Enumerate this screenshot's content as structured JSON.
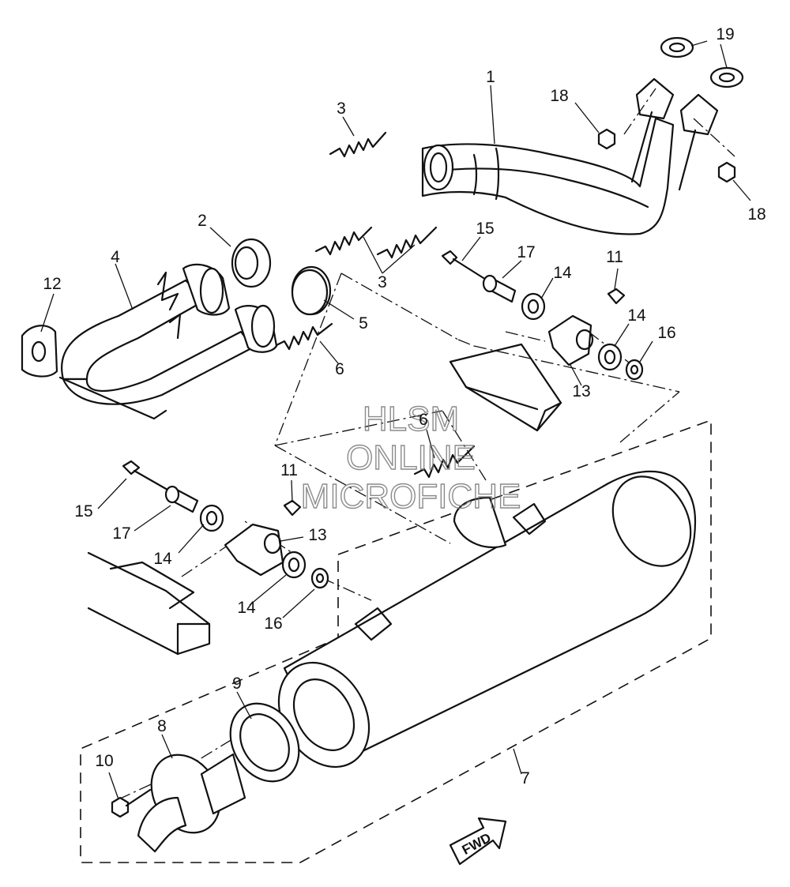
{
  "watermark": {
    "line1": "HLSM",
    "line2": "ONLINE",
    "line3": "MICROFICHE"
  },
  "direction_arrow": {
    "label": "FWD"
  },
  "callouts": [
    {
      "id": "c1",
      "text": "1"
    },
    {
      "id": "c2",
      "text": "2"
    },
    {
      "id": "c3a",
      "text": "3"
    },
    {
      "id": "c3b",
      "text": "3"
    },
    {
      "id": "c4",
      "text": "4"
    },
    {
      "id": "c5",
      "text": "5"
    },
    {
      "id": "c6a",
      "text": "6"
    },
    {
      "id": "c6b",
      "text": "6"
    },
    {
      "id": "c7",
      "text": "7"
    },
    {
      "id": "c8",
      "text": "8"
    },
    {
      "id": "c9",
      "text": "9"
    },
    {
      "id": "c10",
      "text": "10"
    },
    {
      "id": "c11a",
      "text": "11"
    },
    {
      "id": "c11b",
      "text": "11"
    },
    {
      "id": "c12",
      "text": "12"
    },
    {
      "id": "c13a",
      "text": "13"
    },
    {
      "id": "c13b",
      "text": "13"
    },
    {
      "id": "c14a",
      "text": "14"
    },
    {
      "id": "c14b",
      "text": "14"
    },
    {
      "id": "c14c",
      "text": "14"
    },
    {
      "id": "c14d",
      "text": "14"
    },
    {
      "id": "c15a",
      "text": "15"
    },
    {
      "id": "c15b",
      "text": "15"
    },
    {
      "id": "c16a",
      "text": "16"
    },
    {
      "id": "c16b",
      "text": "16"
    },
    {
      "id": "c17a",
      "text": "17"
    },
    {
      "id": "c17b",
      "text": "17"
    },
    {
      "id": "c18a",
      "text": "18"
    },
    {
      "id": "c18b",
      "text": "18"
    },
    {
      "id": "c19",
      "text": "19"
    }
  ]
}
